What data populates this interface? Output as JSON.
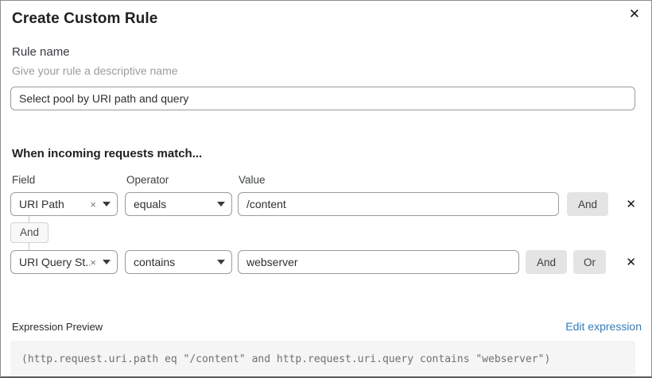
{
  "dialog": {
    "title": "Create Custom Rule",
    "close_icon": "✕"
  },
  "rule_name": {
    "label": "Rule name",
    "helper": "Give your rule a descriptive name",
    "value": "Select pool by URI path and query"
  },
  "match": {
    "heading": "When incoming requests match...",
    "columns": {
      "field": "Field",
      "operator": "Operator",
      "value": "Value"
    },
    "connector_label": "And",
    "rows": [
      {
        "field": "URI Path",
        "operator": "equals",
        "value": "/content",
        "and_label": "And",
        "remove_icon": "✕",
        "clear_icon": "×"
      },
      {
        "field": "URI Query St...",
        "operator": "contains",
        "value": "webserver",
        "and_label": "And",
        "or_label": "Or",
        "remove_icon": "✕",
        "clear_icon": "×"
      }
    ]
  },
  "expression": {
    "label": "Expression Preview",
    "edit_link": "Edit expression",
    "code": "(http.request.uri.path eq \"/content\" and http.request.uri.query contains \"webserver\")"
  },
  "colors": {
    "link_blue": "#2f7cbf",
    "button_gray": "#e4e4e4",
    "code_bg": "#f5f5f5"
  }
}
